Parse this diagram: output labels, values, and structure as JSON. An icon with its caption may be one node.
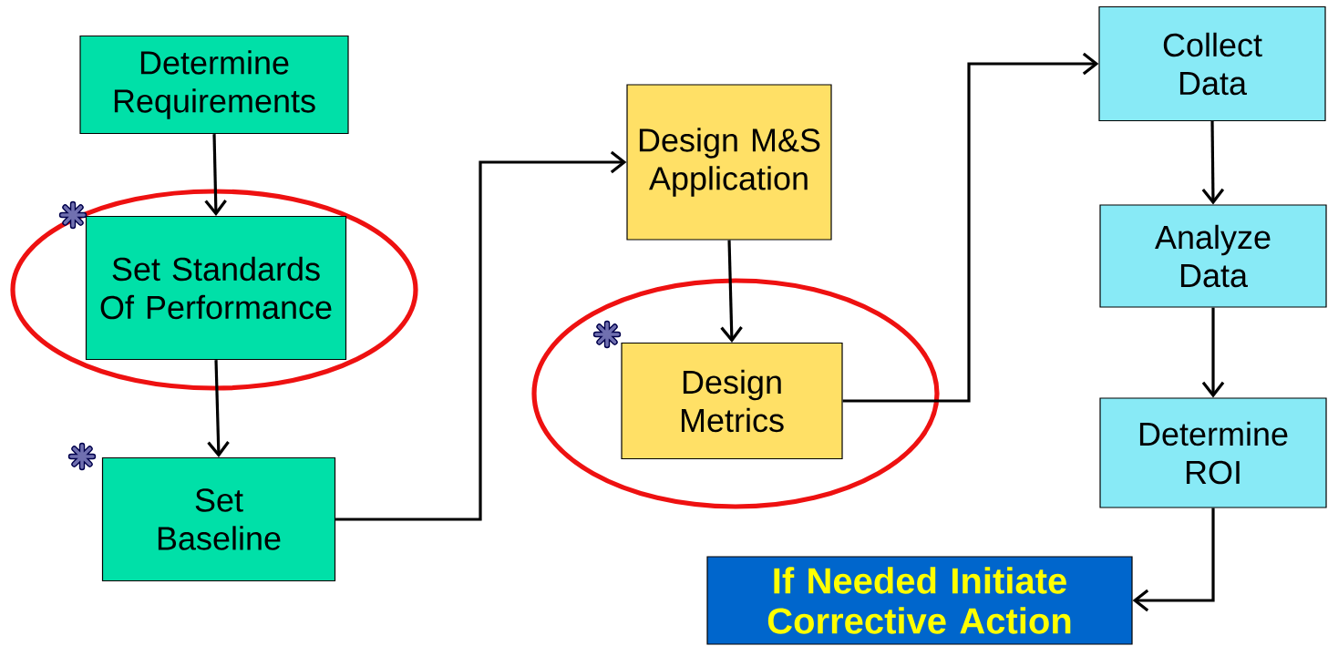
{
  "diagram": {
    "nodes": [
      {
        "text": [
          "Determine Requirements"
        ]
      },
      {
        "text": [
          "Set Standards Of Performance"
        ]
      },
      {
        "text": [
          "Set Baseline"
        ]
      },
      {
        "text": [
          "Design M&S Application"
        ]
      },
      {
        "text": [
          "Design Metrics"
        ]
      },
      {
        "text": [
          "Collect Data"
        ]
      },
      {
        "text": [
          "Analyze Data"
        ]
      },
      {
        "text": [
          "Determine ROI"
        ]
      },
      {
        "text": [
          "If Needed Initiate Corrective Action"
        ]
      }
    ],
    "edges": [
      {
        "from": 0,
        "to": 1,
        "arrow": "to"
      },
      {
        "from": 1,
        "to": 2,
        "arrow": "to"
      },
      {
        "from": 2,
        "to": 3,
        "arrow": "to"
      },
      {
        "from": 3,
        "to": 4,
        "arrow": "to"
      },
      {
        "from": 4,
        "to": 5,
        "arrow": "to"
      },
      {
        "from": 5,
        "to": 6,
        "arrow": "to"
      },
      {
        "from": 6,
        "to": 7,
        "arrow": "to"
      },
      {
        "from": 7,
        "to": 8,
        "arrow": "to"
      }
    ]
  }
}
